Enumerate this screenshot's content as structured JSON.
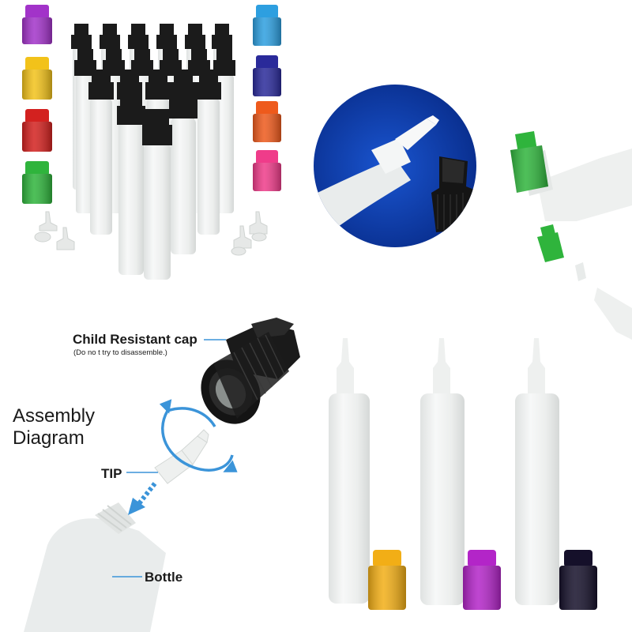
{
  "labels": {
    "cap_title": "Child Resistant cap",
    "cap_note": "(Do no t try to disassemble.)",
    "assembly_line1": "Assembly",
    "assembly_line2": "Diagram",
    "tip": "TIP",
    "bottle": "Bottle"
  },
  "colors": {
    "background": "#ffffff",
    "cap_black": "#1b1b1b",
    "cap_purple": "#a233c9",
    "cap_yellow": "#f2c21a",
    "cap_red": "#d3211f",
    "cap_green": "#2fb43c",
    "cap_blue": "#2d9fe0",
    "cap_navy": "#2a2a9a",
    "cap_orange": "#ee5a1c",
    "cap_pink": "#ef3c8a",
    "photo_bg_blue": "#0b3aa8",
    "callout_line": "#3b94d9",
    "bottle_body": "#eef0ef"
  },
  "icons": [
    "rotation-arrow-icon",
    "insert-arrow-icon"
  ]
}
